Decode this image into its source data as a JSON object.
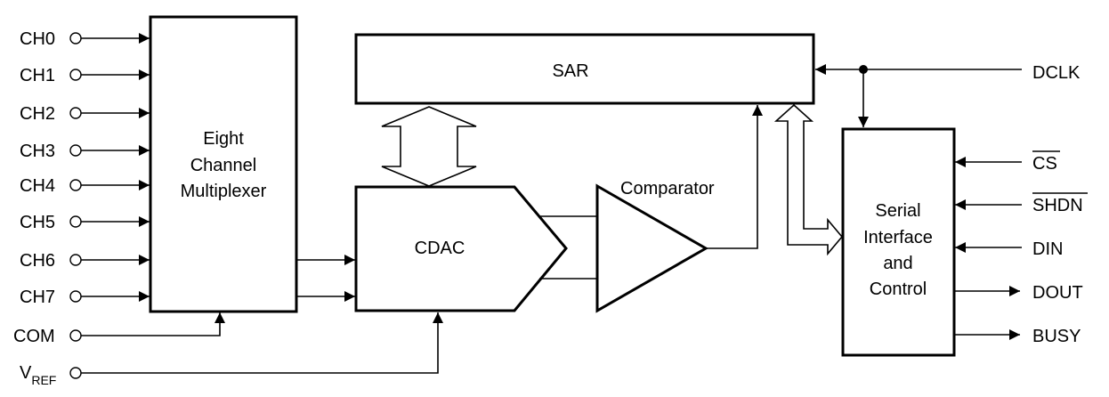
{
  "inputs": {
    "channels": [
      "CH0",
      "CH1",
      "CH2",
      "CH3",
      "CH4",
      "CH5",
      "CH6",
      "CH7"
    ],
    "com": "COM",
    "vref": {
      "main": "V",
      "sub": "REF"
    }
  },
  "blocks": {
    "mux": [
      "Eight",
      "Channel",
      "Multiplexer"
    ],
    "sar": "SAR",
    "cdac": "CDAC",
    "comparator": "Comparator",
    "serial": [
      "Serial",
      "Interface",
      "and",
      "Control"
    ]
  },
  "signals": {
    "dclk": "DCLK",
    "cs": "CS",
    "shdn": "SHDN",
    "din": "DIN",
    "dout": "DOUT",
    "busy": "BUSY"
  }
}
